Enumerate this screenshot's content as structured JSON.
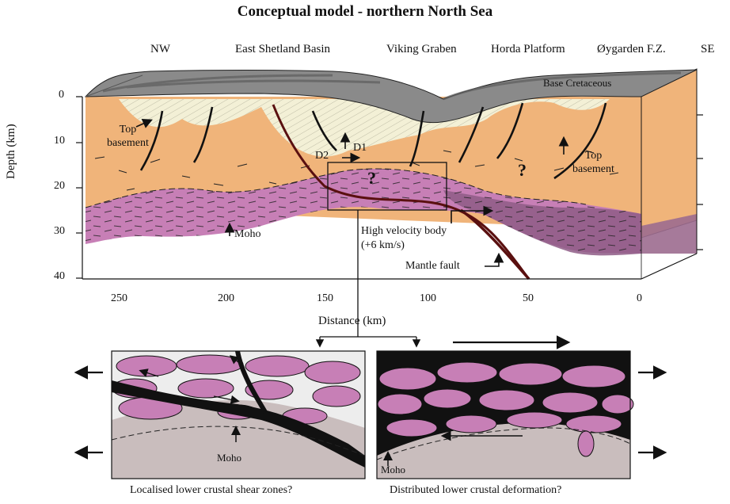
{
  "title": "Conceptual model - northern North Sea",
  "regions": [
    "NW",
    "East Shetland Basin",
    "Viking Graben",
    "Horda Platform",
    "Øygarden F.Z.",
    "SE"
  ],
  "y_axis": {
    "label": "Depth (km)",
    "ticks": [
      "0",
      "10",
      "20",
      "30",
      "40"
    ]
  },
  "x_axis": {
    "label": "Distance (km)",
    "ticks": [
      "250",
      "200",
      "150",
      "100",
      "50",
      "0"
    ]
  },
  "annotations": {
    "base_cretaceous": "Base Cretaceous",
    "top_basement_left": [
      "Top",
      "basement"
    ],
    "top_basement_right": [
      "Top",
      "basement"
    ],
    "d1": "D1",
    "d2": "D2",
    "question": "?",
    "moho": "Moho",
    "high_velocity_body": [
      "High velocity body",
      "(+6 km/s)"
    ],
    "mantle_fault": "Mantle fault"
  },
  "insets": [
    {
      "moho": "Moho",
      "caption": "Localised lower crustal shear zones?"
    },
    {
      "moho": "Moho",
      "caption": "Distributed lower crustal deformation?"
    }
  ],
  "colors": {
    "crust": "#F0B47A",
    "lower_crust": "#C77FB6",
    "sediment": "#F3F0D6",
    "cretaceous_cover": "#8A8A8A",
    "mantle": "#C9BDBD",
    "fault": "#5A1010"
  }
}
